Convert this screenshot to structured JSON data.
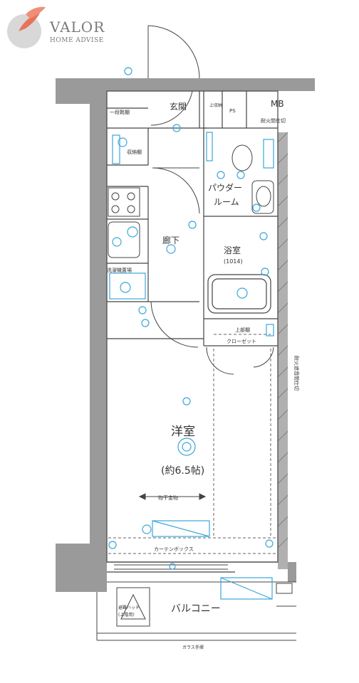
{
  "brand": {
    "name": "VALOR",
    "tagline": "HOME ADVISE"
  },
  "rooms": {
    "entrance": "玄関",
    "mb": "MB",
    "mb_sub": "耐火間仕切",
    "shoe_cabinet": "一段靴棚",
    "powder_room_line1": "パウダー",
    "powder_room_line2": "ルーム",
    "hallway": "廊下",
    "bath": "浴室",
    "bath_size": "(1014)",
    "western_room": "洋室",
    "western_room_size": "(約6.5帖)",
    "balcony": "バルコニー"
  },
  "labels": {
    "storage": "収納棚",
    "washer_place": "洗濯機置場",
    "upper_shelf": "上部棚",
    "closet": "クローゼット",
    "hanger_pipe": "物干金物",
    "curtain_box": "カーテンボックス",
    "fire_partition": "耐火遮音間仕切",
    "glass_railing": "ガラス手摺",
    "evacuation_hatch_line1": "避難ハッチ",
    "evacuation_hatch_line2": "(上階用)",
    "ps": "PS",
    "shelf_small": "上収納"
  },
  "colors": {
    "wall": "#9a9a9a",
    "line": "#444444",
    "fixture": "#3aa6d8",
    "text": "#333333",
    "brand_leaf": "#e8735a",
    "brand_gray": "#8a8a8a"
  },
  "icons": {
    "logo": "valor-logo-icon",
    "outlet": "outlet-icon",
    "ceiling_light": "ceiling-light-icon",
    "sensor": "sensor-icon"
  }
}
